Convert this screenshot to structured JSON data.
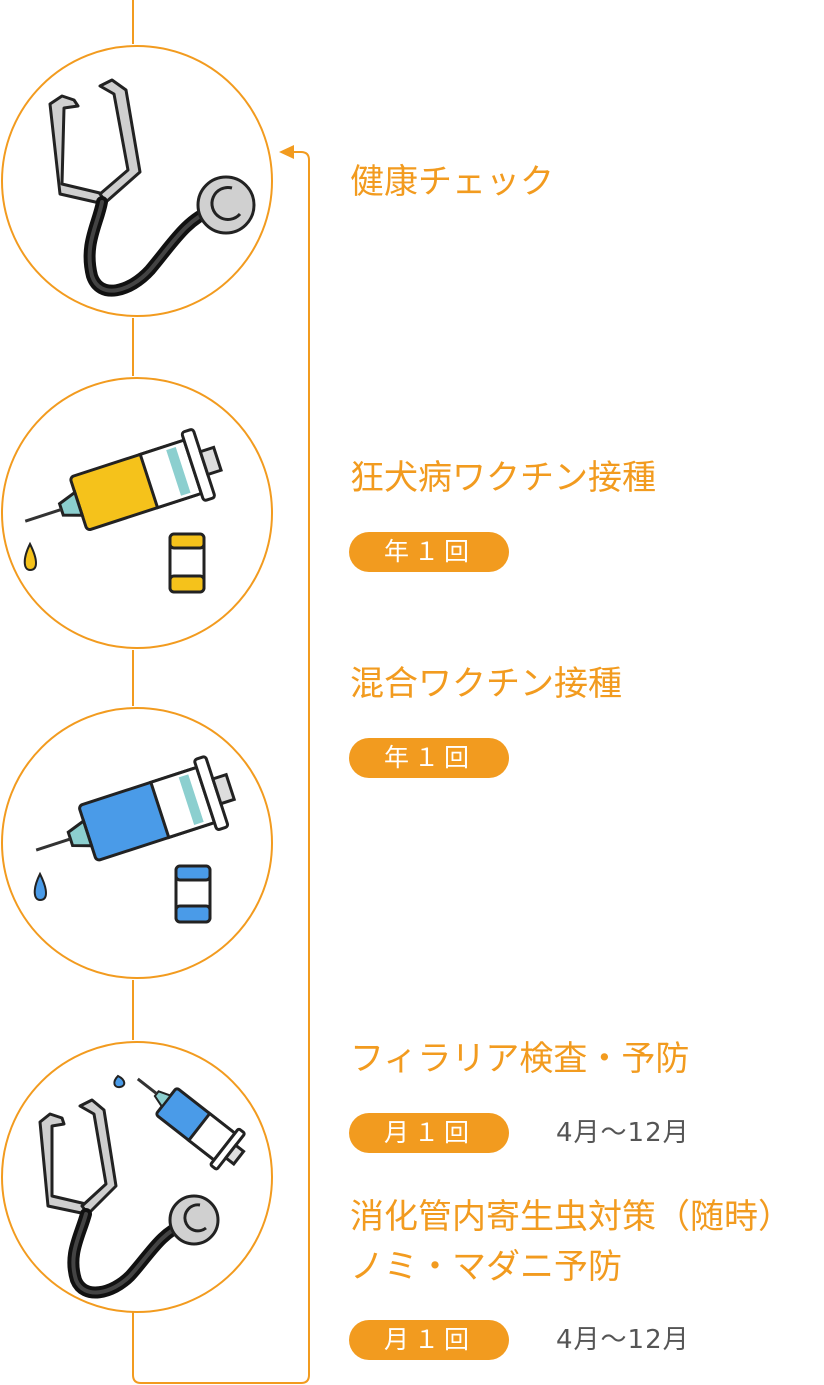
{
  "colors": {
    "accent": "#f29b1f",
    "badge_text": "#ffffff",
    "secondary_text": "#555555",
    "syringe_yellow": "#f5c21b",
    "syringe_blue": "#4a9be8"
  },
  "items": [
    {
      "icon": "stethoscope-icon",
      "title": "健康チェック"
    },
    {
      "icon": "syringe-yellow-icon",
      "title": "狂犬病ワクチン接種",
      "badge": "年１回"
    },
    {
      "icon": "syringe-blue-icon",
      "title": "混合ワクチン接種",
      "badge": "年１回"
    },
    {
      "icon": "stethoscope-syringe-icon",
      "sections": [
        {
          "title": "フィラリア検査・予防",
          "badge": "月１回",
          "months": "4月〜12月"
        },
        {
          "title_lines": [
            "消化管内寄生虫対策（随時）",
            "ノミ・マダニ予防"
          ],
          "badge": "月１回",
          "months": "4月〜12月"
        }
      ]
    }
  ]
}
